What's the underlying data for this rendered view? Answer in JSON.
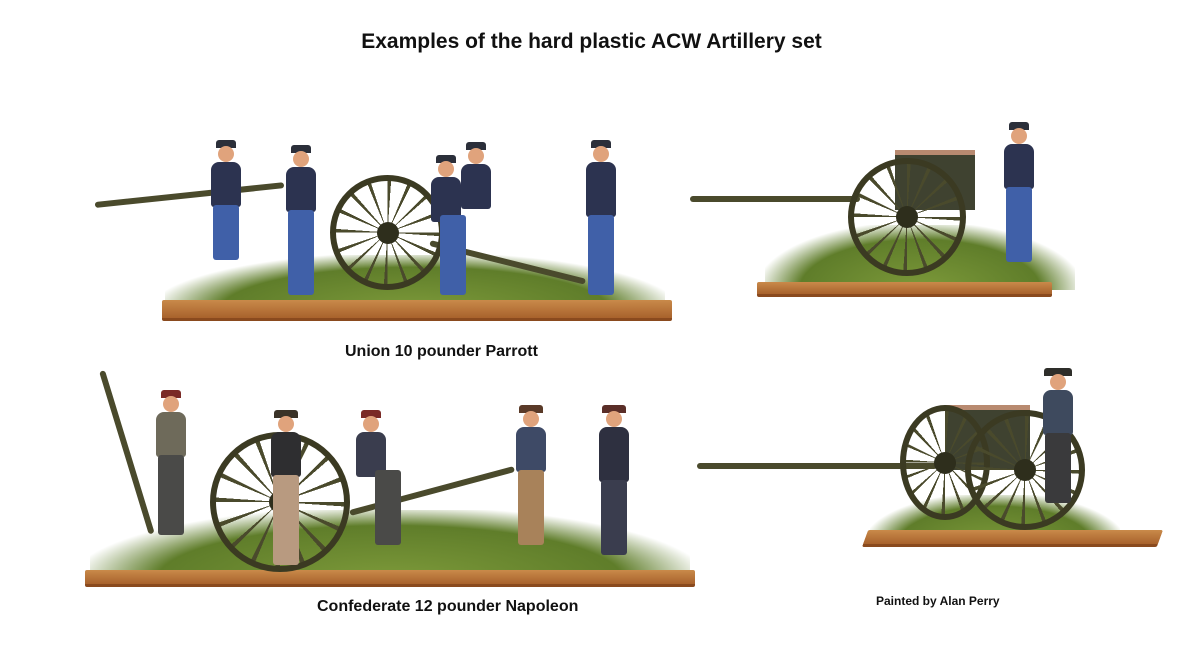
{
  "title": "Examples of the hard plastic ACW Artillery set",
  "captions": {
    "union_gun": "Union 10 pounder Parrott",
    "confederate_gun": "Confederate 12 pounder Napoleon",
    "credit": "Painted by Alan Perry"
  },
  "scenes": [
    {
      "name": "union-parrott-crew",
      "description": "Union gun crew with 10 pounder Parrott cannon on grass base"
    },
    {
      "name": "union-limber",
      "description": "Union limber with ammunition chest and standing gunner"
    },
    {
      "name": "confederate-napoleon-crew",
      "description": "Confederate gun crew with 12 pounder Napoleon cannon on grass base"
    },
    {
      "name": "confederate-limber",
      "description": "Confederate limber with ammunition chest and standing gunner"
    }
  ],
  "colors": {
    "background": "#ffffff",
    "text": "#111111",
    "base": "#b87440",
    "grass": "#6a8a30",
    "union_coat": "#2c3350",
    "union_trousers": "#4060a8"
  }
}
